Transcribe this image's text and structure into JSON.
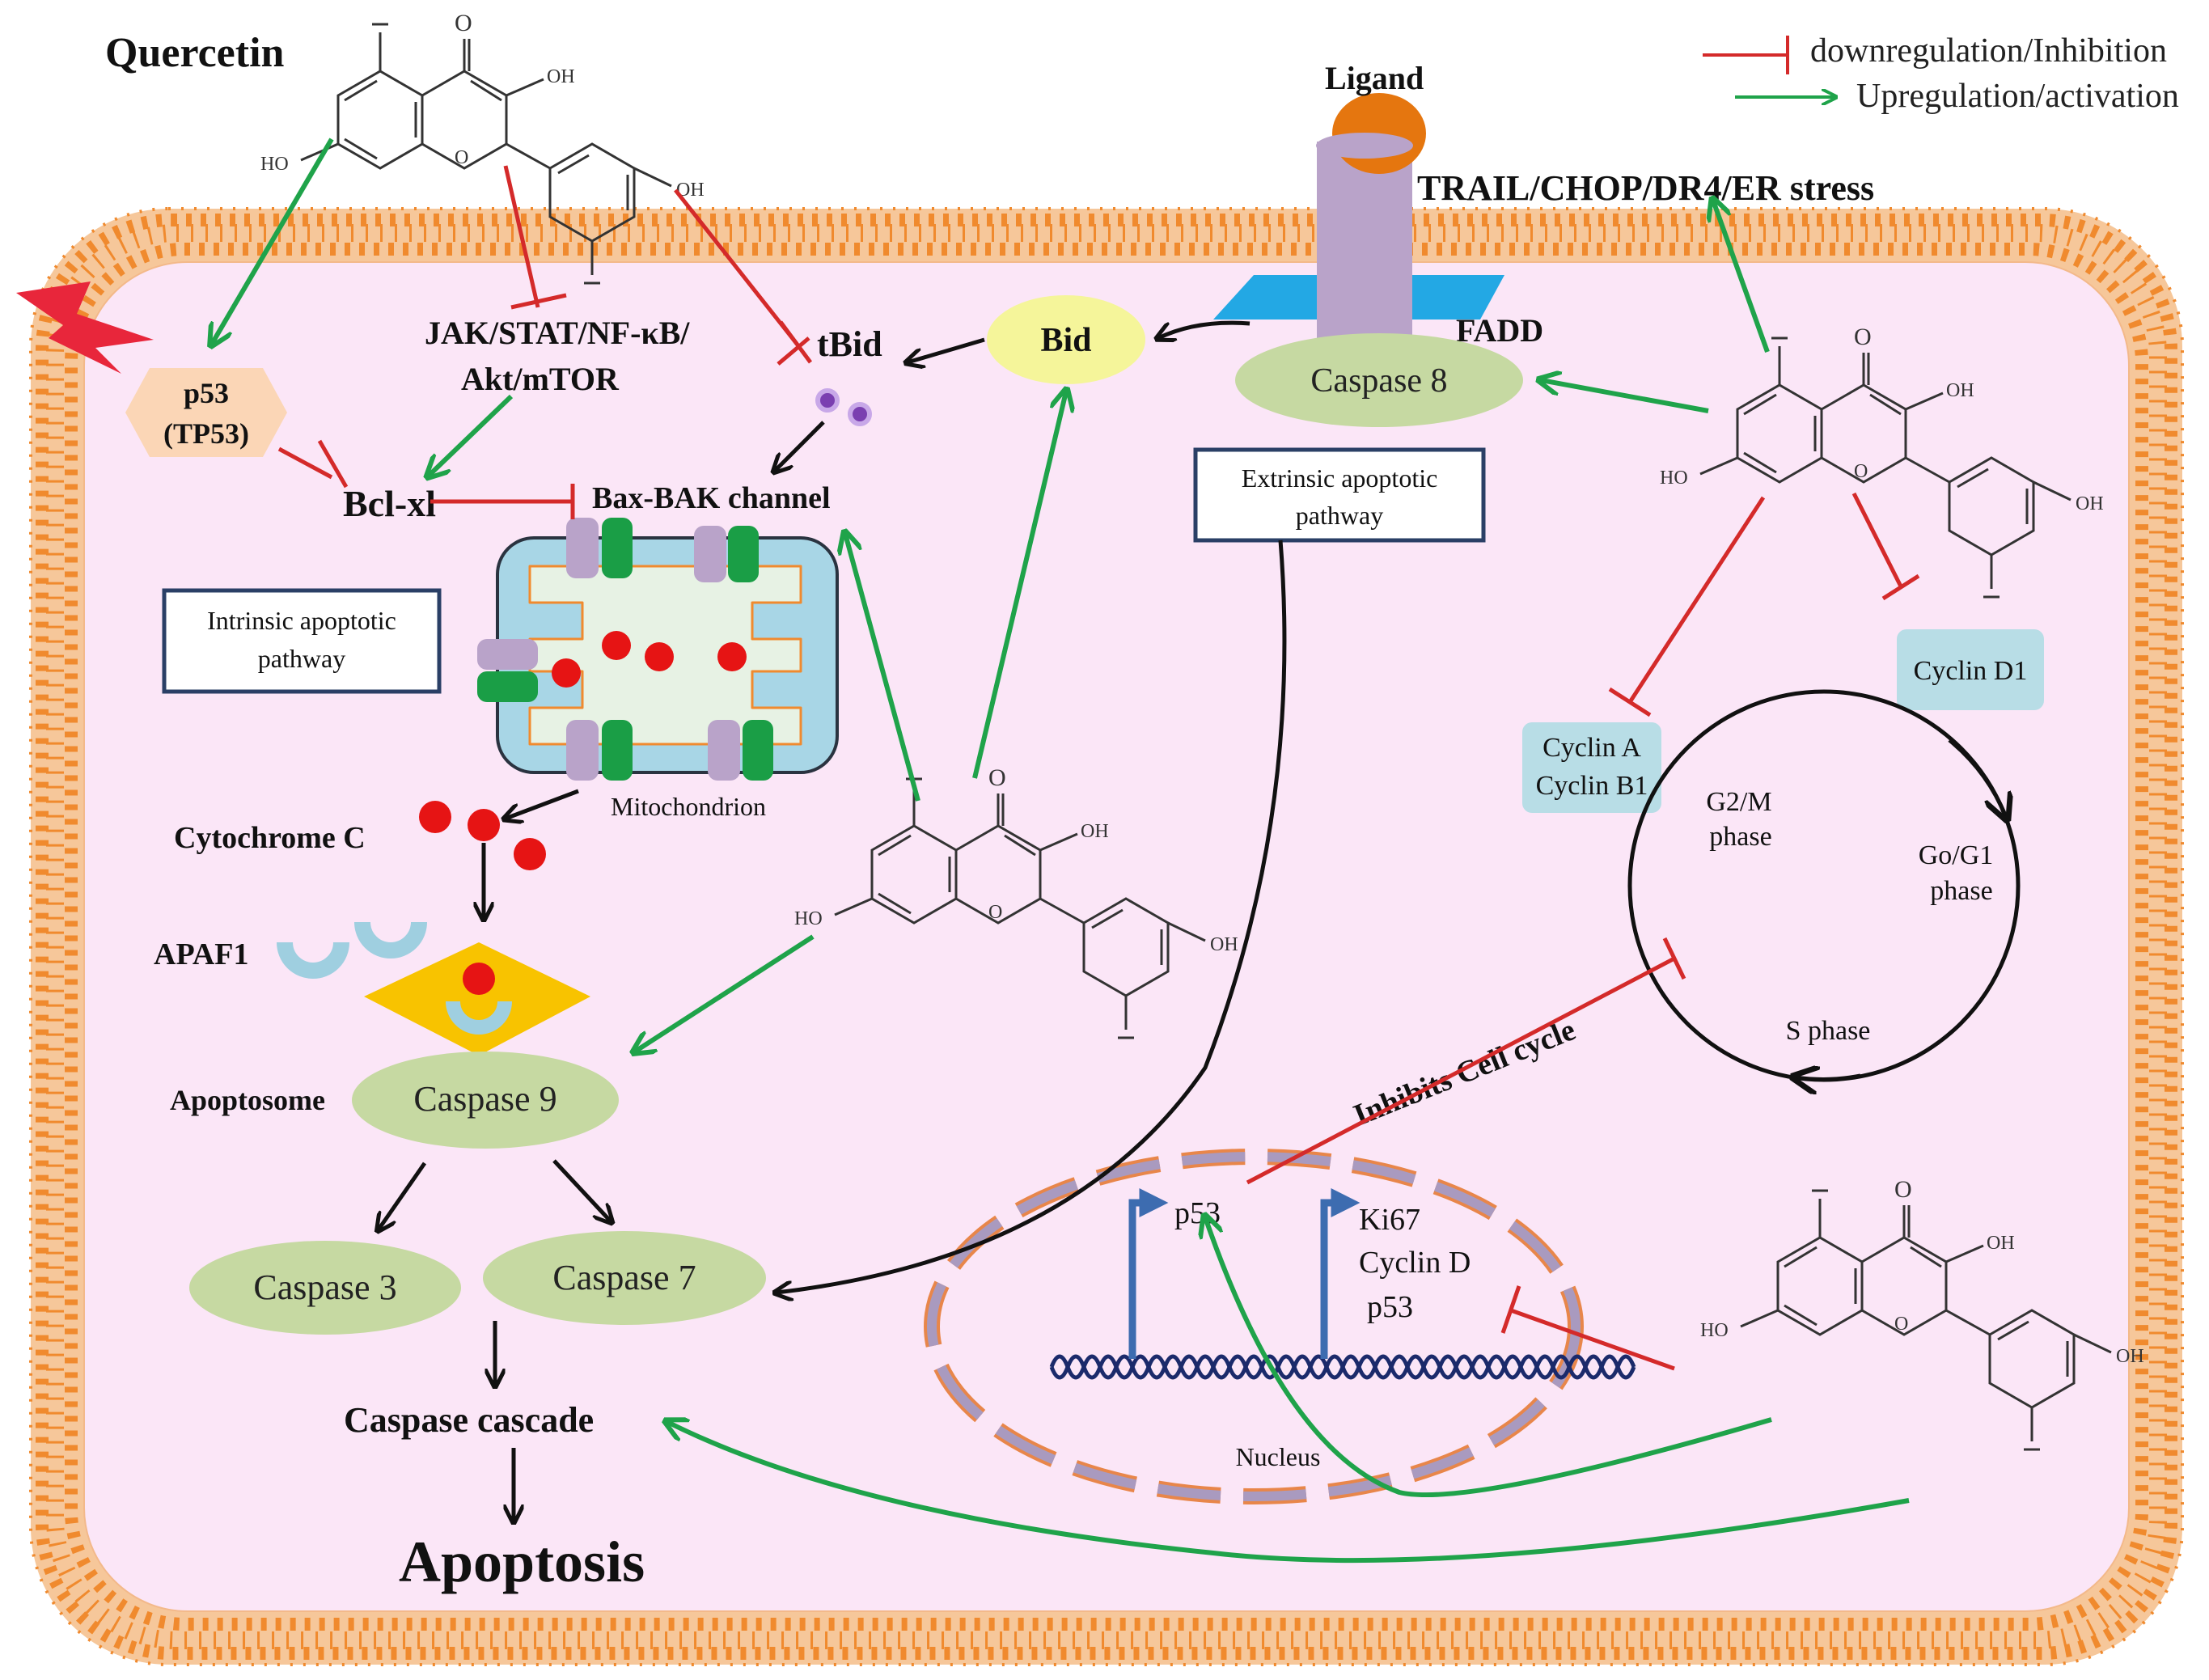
{
  "title": "Quercetin",
  "legend": {
    "inhibition": "downregulation/Inhibition",
    "activation": "Upregulation/activation"
  },
  "labels": {
    "ligand": "Ligand",
    "trail": "TRAIL/CHOP/DR4/ER  stress",
    "fadd": "FADD",
    "caspase8": "Caspase 8",
    "bid": "Bid",
    "tbid": "tBid",
    "jak_line1": "JAK/STAT/NF-κB/",
    "jak_line2": "Akt/mTOR",
    "p53_line1": "p53",
    "p53_line2": "(TP53)",
    "bclxl": "Bcl-xl",
    "baxbak": "Bax-BAK channel",
    "intrinsic_line1": "Intrinsic apoptotic",
    "intrinsic_line2": "pathway",
    "extrinsic_line1": "Extrinsic  apoptotic",
    "extrinsic_line2": "pathway",
    "mitochondrion": "Mitochondrion",
    "cytochrome": "Cytochrome C",
    "apaf1": "APAF1",
    "apoptosome": "Apoptosome",
    "caspase9": "Caspase 9",
    "caspase3": "Caspase 3",
    "caspase7": "Caspase 7",
    "cascade": "Caspase cascade",
    "apoptosis": "Apoptosis",
    "cyclin_d1": "Cyclin D1",
    "cyclin_a": "Cyclin A",
    "cyclin_b1": "Cyclin B1",
    "g2m_line1": "G2/M",
    "g2m_line2": "phase",
    "g0g1_line1": "Go/G1",
    "g0g1_line2": "phase",
    "s_phase": "S phase",
    "inhibits": "Inhibits Cell cycle",
    "nucleus_p53": "p53",
    "ki67": "Ki67",
    "cyclin_d": "Cyclin  D",
    "nucleus_p53b": "p53",
    "nucleus": "Nucleus"
  },
  "molecule_labels": {
    "o": "O",
    "oh": "OH",
    "ho": "HO"
  },
  "colors": {
    "membrane": "#f08a2e",
    "cell_fill": "#fbe6f7",
    "activation": "#1fa34a",
    "inhibition": "#d42a2a",
    "caspase": "#c6d9a2",
    "bid": "#f5f59a",
    "mito_fill": "#e7f2e4",
    "mito_border": "#2a3340",
    "cyclin_box": "#b8dde6",
    "p53_hex": "#fbd6b6",
    "ligand": "#e5760f",
    "receptor": "#b9a3c9",
    "fadd_blue": "#23a8e4",
    "apoptosome": "#f8c300",
    "cytochrome": "#e61414",
    "nucleus_dash": "#a99abf",
    "dna": "#1b2a6b"
  }
}
